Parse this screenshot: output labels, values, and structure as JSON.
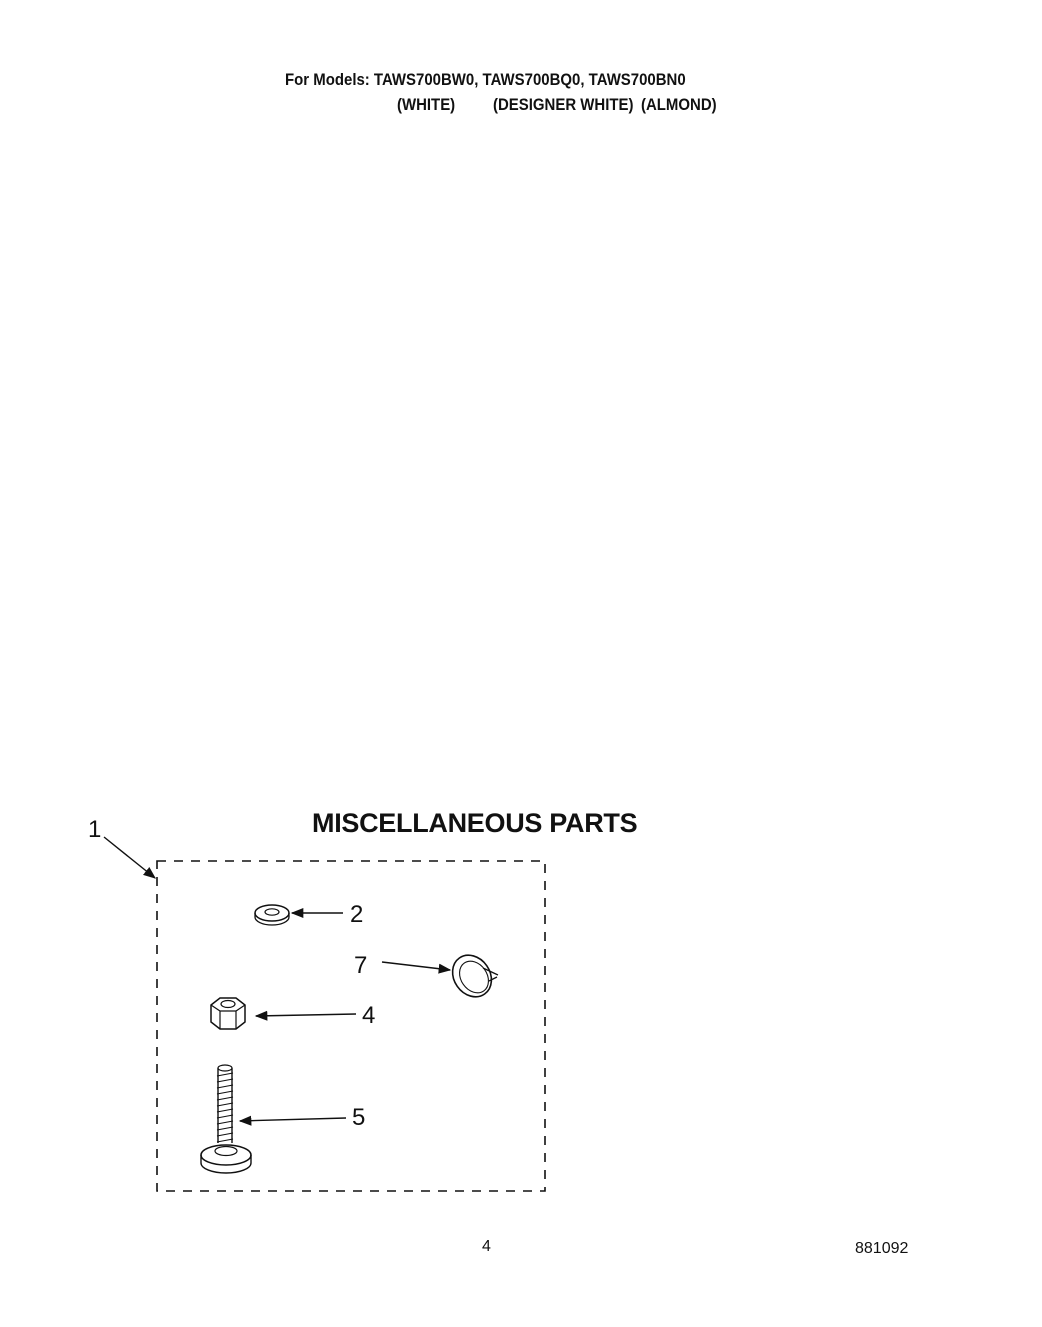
{
  "header": {
    "models_line": "For Models: TAWS700BW0, TAWS700BQ0, TAWS700BN0",
    "colors": [
      "(WHITE)",
      "(DESIGNER WHITE)",
      "(ALMOND)"
    ]
  },
  "section": {
    "title": "MISCELLANEOUS PARTS"
  },
  "callouts": {
    "kit": "1",
    "washer": "2",
    "clip": "7",
    "nut": "4",
    "leveling_leg": "5"
  },
  "footer": {
    "page_number": "4",
    "document_number": "881092"
  }
}
